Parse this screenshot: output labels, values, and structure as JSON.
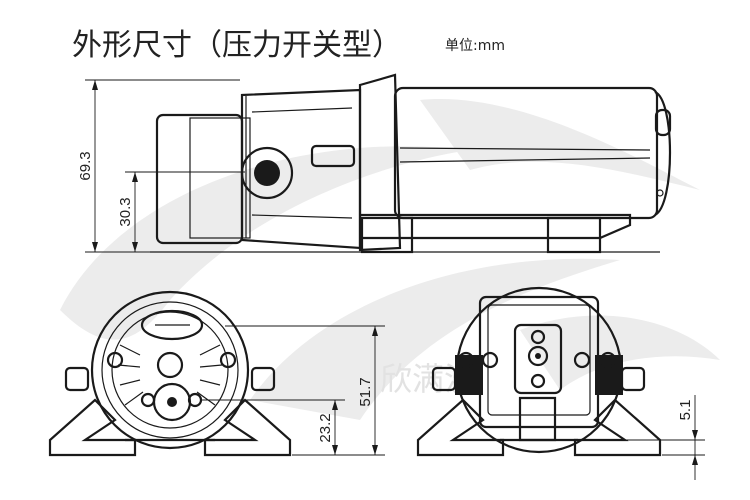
{
  "title": "外形尺寸（压力开关型）",
  "unit": "单位:mm",
  "dimensions": {
    "side_total_height": "69.3",
    "side_inlet_height": "30.3",
    "front_total_height": "51.7",
    "front_port_height": "23.2",
    "rear_foot_height": "5.1"
  },
  "watermark_text": "欣满沃"
}
